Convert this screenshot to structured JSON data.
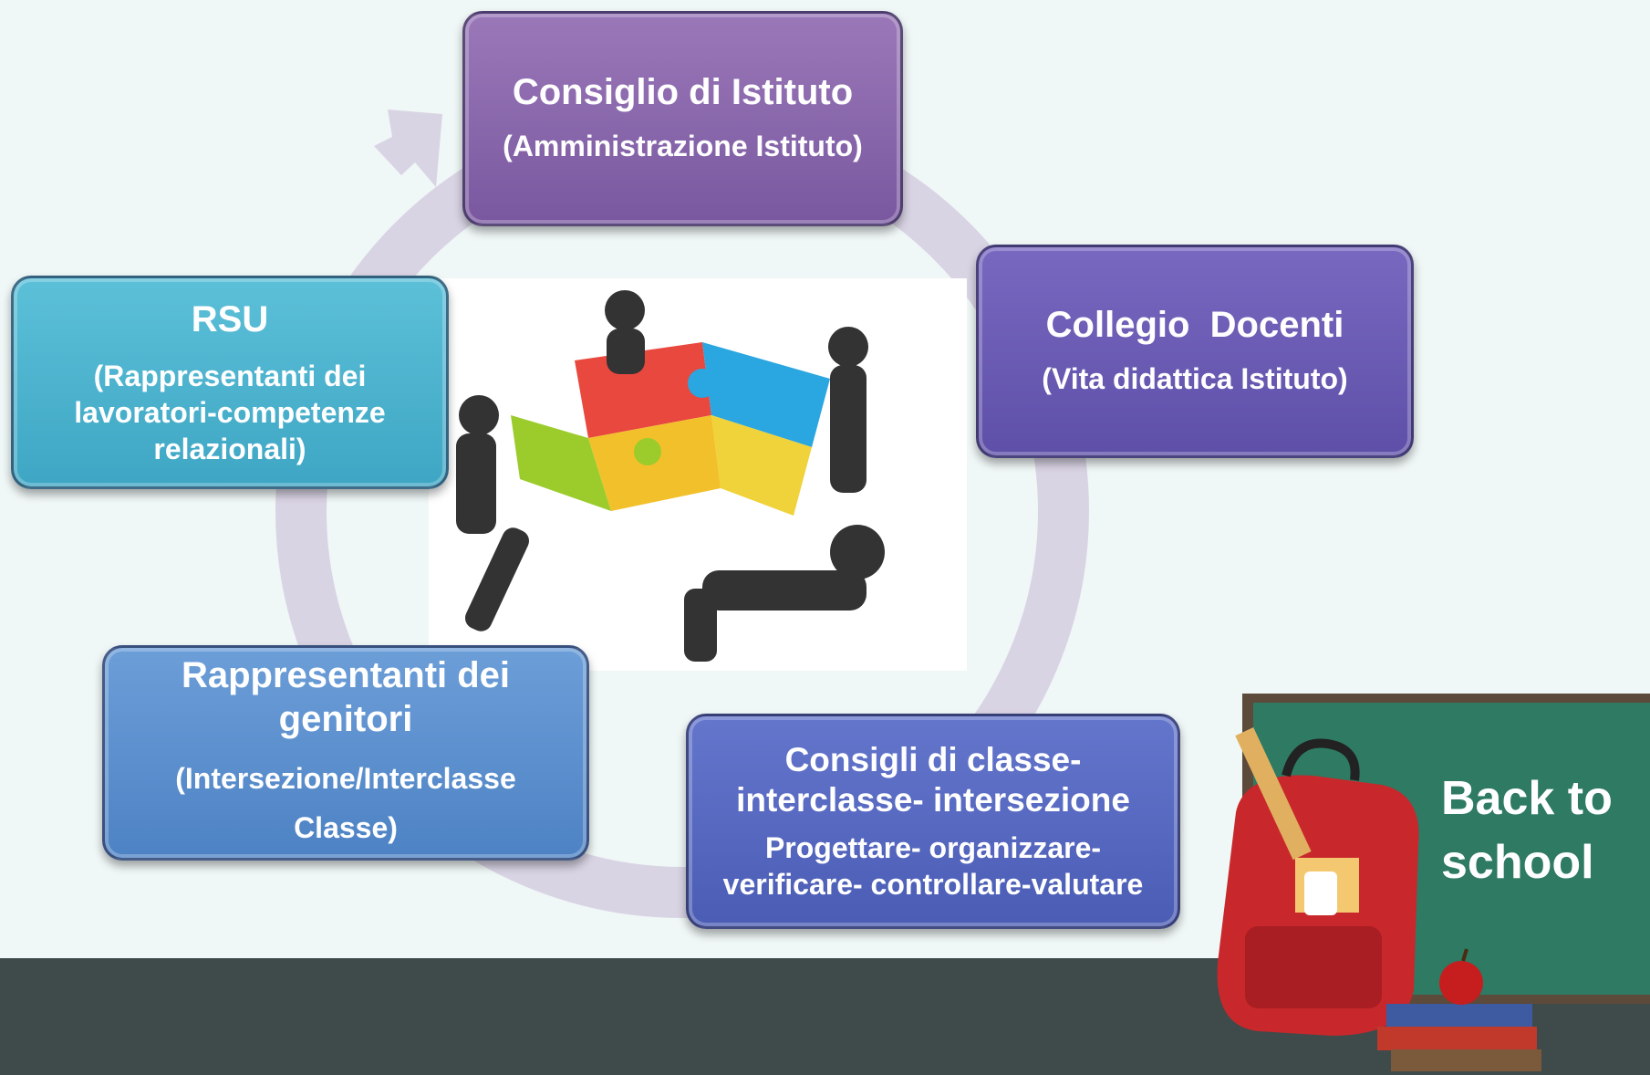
{
  "nodes": {
    "consiglio": {
      "title": "Consiglio di Istituto",
      "subtitle": "(Amministrazione Istituto)",
      "color": "#8a68ae"
    },
    "collegio": {
      "title": "Collegio  Docenti",
      "subtitle": "(Vita didattica Istituto)",
      "color": "#6c5cb6"
    },
    "rsu": {
      "title": "RSU",
      "subtitle_lines": [
        "(Rappresentanti dei",
        "lavoratori-competenze",
        "relazionali)"
      ],
      "color": "#4ab4cf"
    },
    "genitori": {
      "title": "Rappresentanti dei genitori",
      "subtitle_lines": [
        "(Intersezione/Interclasse",
        "Classe)"
      ],
      "color": "#5a90cf"
    },
    "consigli_classe": {
      "title_lines": [
        "Consigli di classe-",
        "interclasse- intersezione"
      ],
      "subtitle_lines": [
        "Progettare- organizzare-",
        "verificare- controllare-valutare"
      ],
      "color": "#5768c2"
    }
  },
  "chalkboard": {
    "lines": [
      "Back to",
      "school"
    ],
    "board_color": "#2e7a63"
  },
  "colors": {
    "background": "#f0f7f7",
    "bottom_bar": "#3f4a4a",
    "cycle_arrow": "#d9d4e4"
  }
}
